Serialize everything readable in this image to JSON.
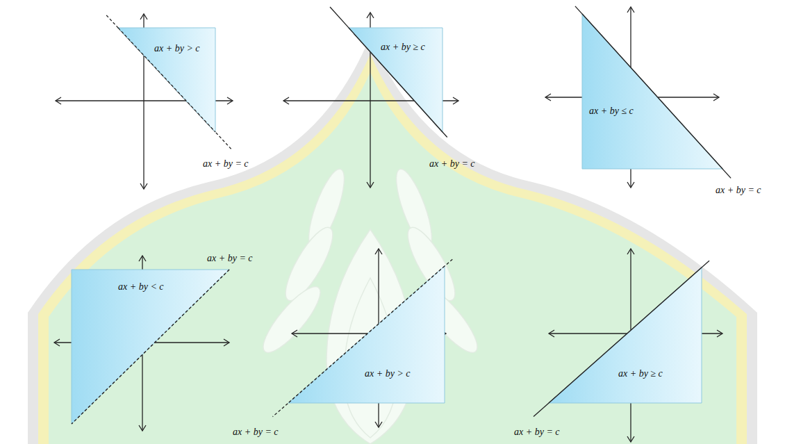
{
  "diagram": {
    "nodes": [
      {
        "text": [
          "ax + by > c"
        ]
      },
      {
        "text": [
          "ax + by ≥ c"
        ]
      },
      {
        "text": [
          "ax + by ≤ c"
        ]
      },
      {
        "text": [
          "ax + by < c"
        ]
      },
      {
        "text": [
          "ax + by > c"
        ]
      },
      {
        "text": [
          "ax + by ≥ c"
        ]
      }
    ],
    "labels": [
      "ax + by = c",
      "ax + by = c",
      "ax + by = c",
      "ax + by = c",
      "ax + by = c",
      "ax + by = c"
    ]
  }
}
